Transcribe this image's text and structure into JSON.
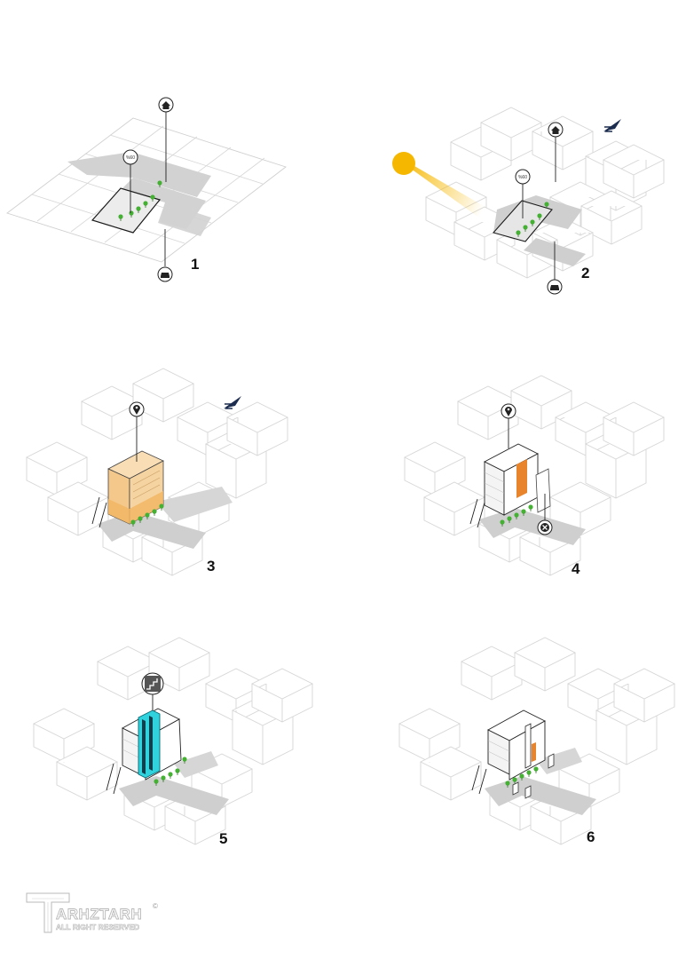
{
  "steps": [
    {
      "number": "1",
      "pin_icon": "house-icon",
      "bottom_icon": "car-icon",
      "density_label": "%60"
    },
    {
      "number": "2",
      "pin_icon": "house-icon",
      "bottom_icon": "car-icon",
      "density_label": "%60",
      "sun_icon": "sun-icon",
      "north_icon": "north-arrow-icon"
    },
    {
      "number": "3",
      "pin_icon": "location-pin-icon",
      "north_icon": "north-arrow-icon"
    },
    {
      "number": "4",
      "pin_icon": "location-pin-icon",
      "bottom_icon": "close-icon"
    },
    {
      "number": "5",
      "pin_icon": "stairs-icon"
    },
    {
      "number": "6"
    }
  ],
  "logo": {
    "name": "ARHZTARH",
    "tagline": "ALL RIGHT RESERVED",
    "mark": "©"
  },
  "colors": {
    "road": "#d2d2d2",
    "outline": "#c9c9c9",
    "sun": "#f6b700",
    "mass": "#f6cf98",
    "orange": "#e8842c",
    "cyan": "#2fd2dd",
    "tree": "#46b035",
    "north": "#1d2d4f"
  }
}
